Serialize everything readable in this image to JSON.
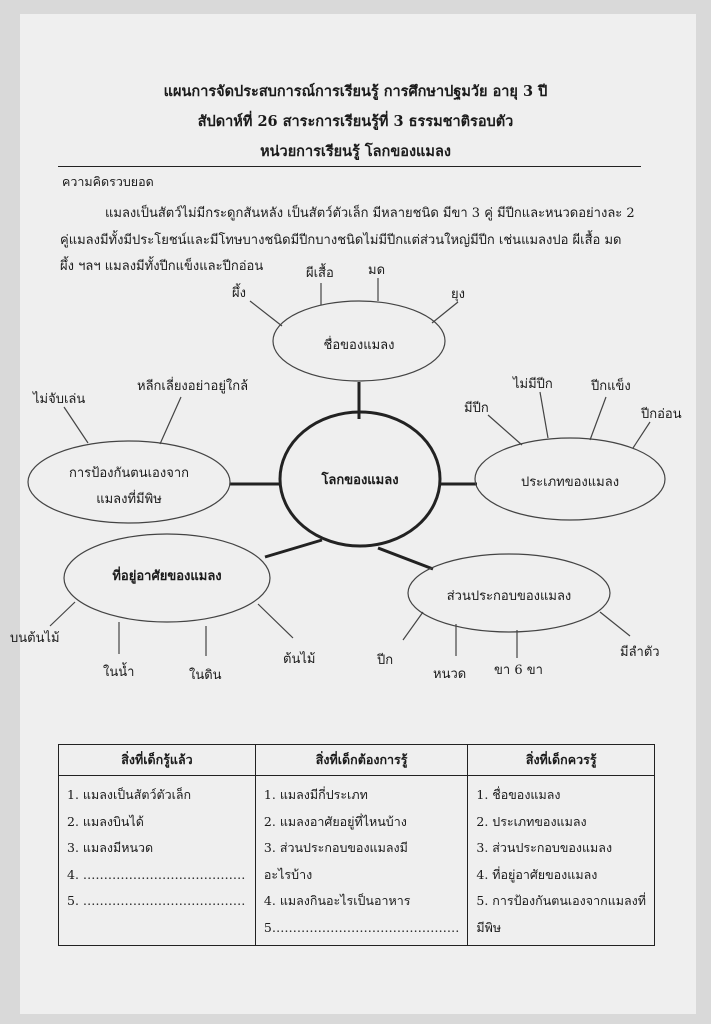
{
  "header": {
    "line1": "แผนการจัดประสบการณ์การเรียนรู้ การศึกษาปฐมวัย อายุ 3 ปี",
    "line2": "สัปดาห์ที่ 26 สาระการเรียนรู้ที่ 3 ธรรมชาติรอบตัว",
    "line3": "หน่วยการเรียนรู้ โลกของแมลง"
  },
  "concept": {
    "heading": "ความคิดรวบยอด",
    "line1": "แมลงเป็นสัตว์ไม่มีกระดูกสันหลัง เป็นสัตว์ตัวเล็ก มีหลายชนิด มีขา 3 คู่ มีปีกและหนวดอย่างละ 2",
    "line2": "คู่แมลงมีทั้งมีประโยชน์และมีโทษบางชนิดมีปีกบางชนิดไม่มีปีกแต่ส่วนใหญ่มีปีก เช่นแมลงปอ ผีเสื้อ มด",
    "line3": "ผึ้ง ฯลฯ แมลงมีทั้งปีกแข็งและปีกอ่อน"
  },
  "mindmap": {
    "center": "โลกของแมลง",
    "names": {
      "label": "ชื่อของแมลง",
      "leaves": [
        "ผึ้ง",
        "ผีเสื้อ",
        "มด",
        "ยุง"
      ]
    },
    "protection": {
      "label_line1": "การป้องกันตนเองจาก",
      "label_line2": "แมลงที่มีพิษ",
      "leaves": [
        "ไม่จับเล่น",
        "หลีกเลี่ยงอย่าอยู่ใกล้"
      ]
    },
    "types": {
      "label": "ประเภทของแมลง",
      "leaves": [
        "มีปีก",
        "ไม่มีปีก",
        "ปีกแข็ง",
        "ปีกอ่อน"
      ]
    },
    "habitat": {
      "label": "ที่อยู่อาศัยของแมลง",
      "leaves": [
        "บนต้นไม้",
        "ในน้ำ",
        "ในดิน",
        "ต้นไม้"
      ]
    },
    "parts": {
      "label": "ส่วนประกอบของแมลง",
      "leaves": [
        "ปีก",
        "หนวด",
        "ขา 6 ขา",
        "มีลำตัว"
      ]
    }
  },
  "table": {
    "headers": [
      "สิ่งที่เด็กรู้แล้ว",
      "สิ่งที่เด็กต้องการรู้",
      "สิ่งที่เด็กควรรู้"
    ],
    "col1": [
      "1. แมลงเป็นสัตว์ตัวเล็ก",
      "2. แมลงบินได้",
      "3. แมลงมีหนวด",
      "4. …………………………………",
      "5. …………………………………"
    ],
    "col2": [
      "1. แมลงมีกี่ประเภท",
      "2. แมลงอาศัยอยู่ที่ไหนบ้าง",
      "3. ส่วนประกอบของแมลงมี",
      "อะไรบ้าง",
      "4. แมลงกินอะไรเป็นอาหาร",
      "5………………………………………"
    ],
    "col3": [
      "1. ชื่อของแมลง",
      "2. ประเภทของแมลง",
      "3. ส่วนประกอบของแมลง",
      "4. ที่อยู่อาศัยของแมลง",
      "5. การป้องกันตนเองจากแมลงที่",
      "มีพิษ"
    ]
  }
}
